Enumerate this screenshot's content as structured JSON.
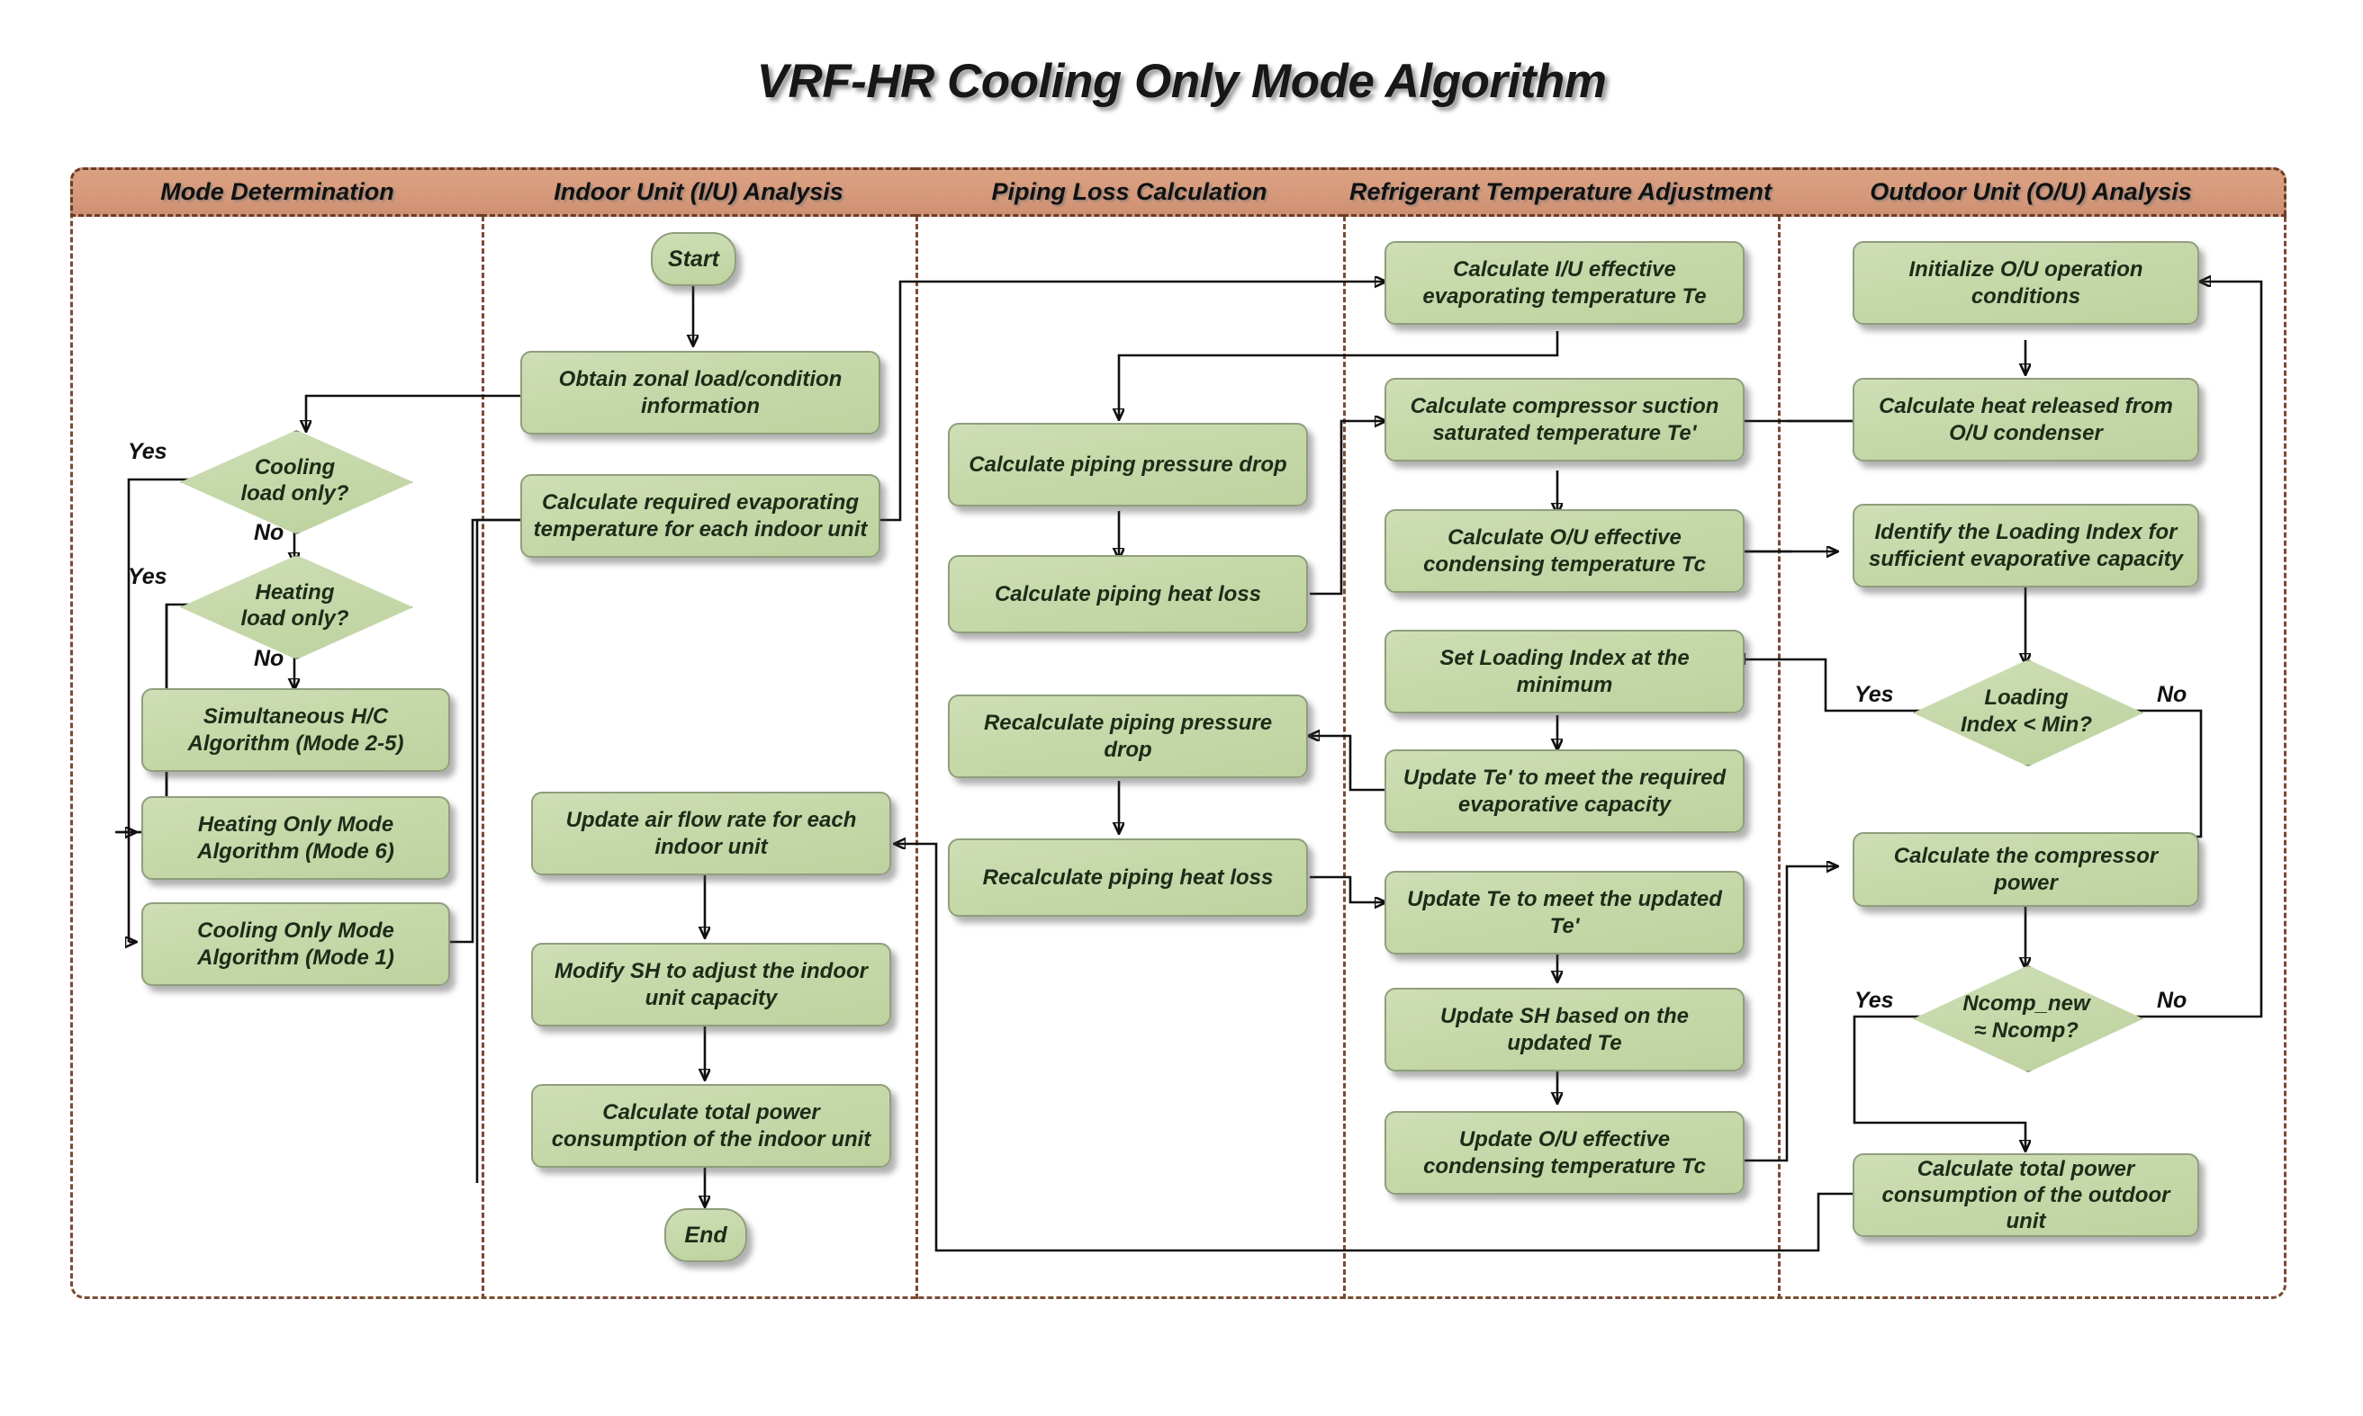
{
  "title": "VRF-HR Cooling Only Mode Algorithm",
  "columns": [
    {
      "id": "mode-determination",
      "label": "Mode Determination"
    },
    {
      "id": "indoor-unit-analysis",
      "label": "Indoor Unit (I/U) Analysis"
    },
    {
      "id": "piping-loss-calculation",
      "label": "Piping Loss Calculation"
    },
    {
      "id": "refrigerant-temperature-adjustment",
      "label": "Refrigerant Temperature Adjustment"
    },
    {
      "id": "outdoor-unit-analysis",
      "label": "Outdoor Unit (O/U) Analysis"
    }
  ],
  "nodes": {
    "cooling_load_only": "Cooling\nload only?",
    "heating_load_only": "Heating\nload only?",
    "simultaneous_hc": "Simultaneous H/C\nAlgorithm (Mode 2-5)",
    "heating_only_mode": "Heating Only Mode\nAlgorithm (Mode 6)",
    "cooling_only_mode": "Cooling Only Mode\nAlgorithm (Mode 1)",
    "start": "Start",
    "obtain_zonal_load": "Obtain zonal load/condition\ninformation",
    "calc_required_evap": "Calculate required evaporating\ntemperature for each indoor unit",
    "update_air_flow": "Update air flow rate for each\nindoor unit",
    "modify_sh": "Modify SH to adjust the indoor\nunit capacity",
    "calc_total_power_iu": "Calculate total power\nconsumption of the indoor unit",
    "end": "End",
    "calc_piping_pressure": "Calculate piping pressure drop",
    "calc_piping_heat": "Calculate piping  heat loss",
    "recalc_piping_pressure": "Recalculate piping pressure\ndrop",
    "recalc_piping_heat": "Recalculate piping heat loss",
    "calc_iu_te": "Calculate I/U effective\nevaporating temperature Te",
    "calc_comp_suction": "Calculate compressor suction\nsaturated temperature Te'",
    "calc_ou_tc": "Calculate O/U effective\ncondensing temperature Tc",
    "set_loading_index_min": "Set Loading Index at the\nminimum",
    "update_te_prime": "Update Te' to meet the required\nevaporative capacity",
    "update_te": "Update Te to meet the updated\nTe'",
    "update_sh": "Update SH based on the\nupdated Te",
    "update_ou_tc": "Update O/U effective\ncondensing temperature Tc",
    "init_ou": "Initialize O/U operation\nconditions",
    "calc_heat_released": "Calculate heat released from\nO/U condenser",
    "identify_loading_index": "Identify the Loading Index for\nsufficient evaporative capacity",
    "loading_index_min": "Loading\nIndex < Min?",
    "calc_compressor_power": "Calculate the compressor power",
    "ncomp_check": "Ncomp_new\n≈  Ncomp?",
    "calc_total_power_ou": "Calculate total power\nconsumption of the outdoor unit"
  },
  "edge_labels": {
    "cooling_yes": "Yes",
    "cooling_no": "No",
    "heating_yes": "Yes",
    "heating_no": "No",
    "loading_yes": "Yes",
    "loading_no": "No",
    "ncomp_yes": "Yes",
    "ncomp_no": "No"
  },
  "colors": {
    "header_band": "#d69a7b",
    "node_fill": "#c6d8a9",
    "node_border": "#8f9e7c",
    "frame_border": "#7a4b33",
    "text": "#1d2b18",
    "connector": "#101010"
  }
}
